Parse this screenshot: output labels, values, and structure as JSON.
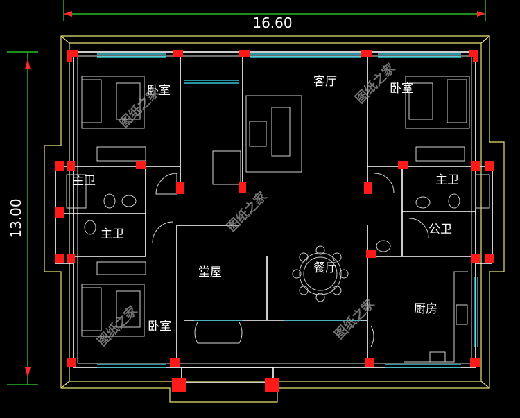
{
  "dimensions": {
    "width_label": "16.60",
    "height_label": "13.00"
  },
  "rooms": {
    "bedroom_nw": "卧室",
    "bedroom_ne": "卧室",
    "bedroom_sw": "卧室",
    "living_room": "客厅",
    "master_bath_w": "主卫",
    "master_bath_w2": "主卫",
    "master_bath_e": "主卫",
    "public_bath": "公卫",
    "hall": "堂屋",
    "dining": "餐厅",
    "kitchen": "厨房"
  },
  "watermark": "图纸之家",
  "colors": {
    "background": "#000000",
    "wall": "#ffffff",
    "column": "#ff1a1a",
    "window": "#34c6d6",
    "eave_outline": "#e8e27a",
    "dimension": "#2ee02e"
  }
}
